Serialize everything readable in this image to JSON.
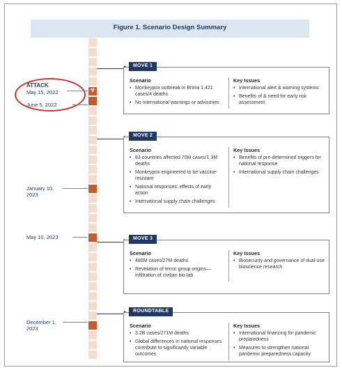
{
  "figure": {
    "title": "Figure 1. Scenario Design Summary"
  },
  "timeline": {
    "dates": {
      "attack_label": "ATTACK",
      "attack_date": "May 15, 2022",
      "june": "June 5, 2022",
      "jan": "January 10,\n2023",
      "may": "May 10, 2023",
      "dec": "December 1,\n2023"
    }
  },
  "moves": [
    {
      "tag": "MOVE 1",
      "scenario_header": "Scenario",
      "issues_header": "Key Issues",
      "scenario": [
        "Monkeypox outbreak in Brinia 1,421 cases/4 deaths",
        "No international warnings or advisories"
      ],
      "issues": [
        "International alert & warning systems",
        "Benefits of & need for early risk assessment"
      ]
    },
    {
      "tag": "MOVE 2",
      "scenario_header": "Scenario",
      "issues_header": "Key Issues",
      "scenario": [
        "83 countries affected 70M cases/1.3M deaths",
        "Monkeypox engineered to be vaccine-resistant",
        "National responses: effects of early action",
        "International supply chain challenges"
      ],
      "issues": [
        "Benefits of pre-determined triggers for national response",
        "International supply chain challenges"
      ]
    },
    {
      "tag": "MOVE 3",
      "scenario_header": "Scenario",
      "issues_header": "Key Issues",
      "scenario": [
        "480M cases/27M deaths",
        "Revelation of terror group origins—infiltration of civilian bio lab"
      ],
      "issues": [
        "Biosecurity and governance of dual-use bioscience research"
      ]
    },
    {
      "tag": "ROUNDTABLE",
      "scenario_header": "Scenario",
      "issues_header": "Key Issues",
      "scenario": [
        "3.2B cases/271M deaths",
        "Global differences in national responses contribute to significantly variable outcomes"
      ],
      "issues": [
        "International financing for pandemic preparedness",
        "Measures to strengthen national pandemic preparedness capacity"
      ]
    }
  ],
  "colors": {
    "navy": "#1f3864",
    "rust": "#c55a2d",
    "peach": "#f3dccb",
    "highlight_red": "#d0302b"
  },
  "icons": {
    "attack": "biohazard-icon"
  }
}
